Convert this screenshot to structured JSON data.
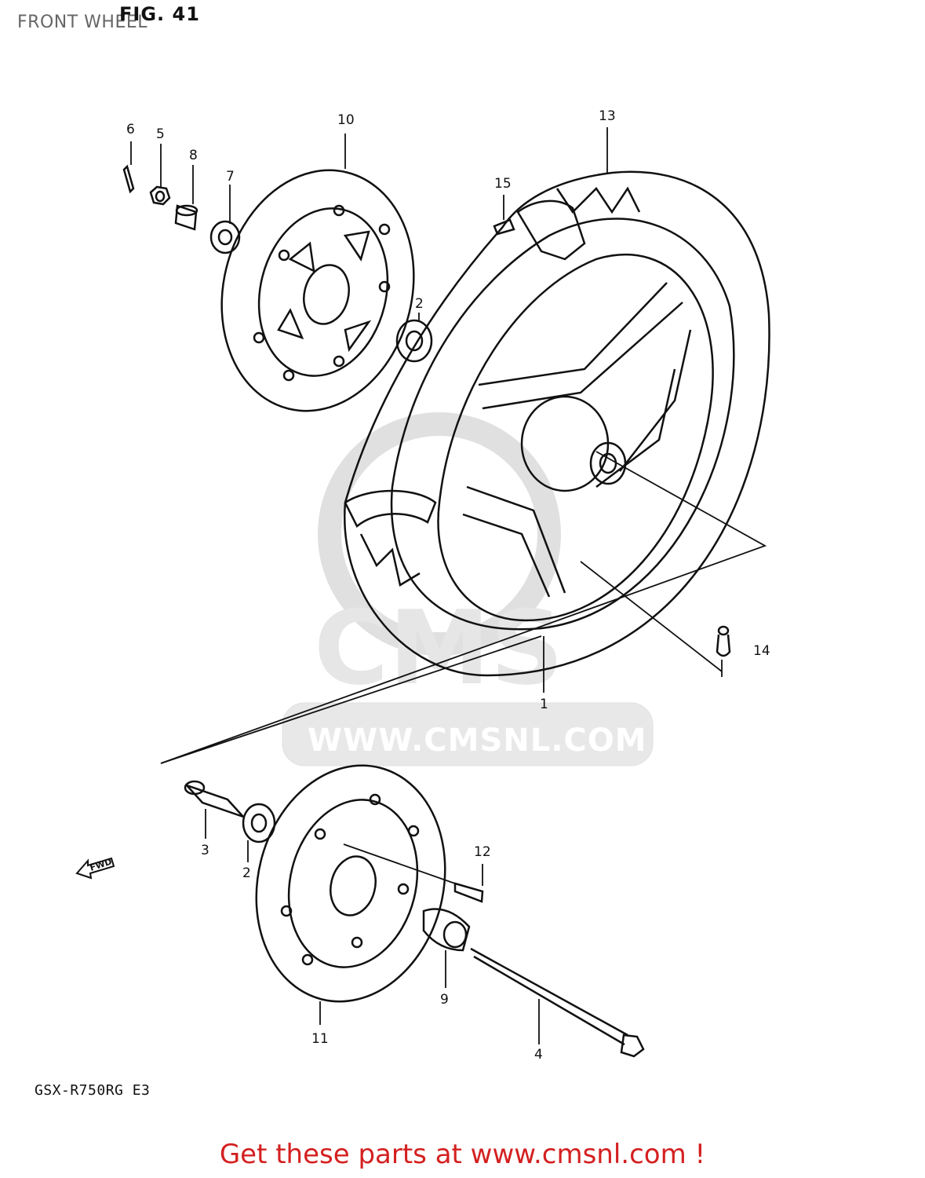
{
  "title": "FRONT WHEEL",
  "figure": "FIG. 41",
  "model": "GSX-R750RG  E3",
  "watermark": "WWW.CMSNL.COM",
  "promo": "Get these parts at www.cmsnl.com !",
  "parts": [
    "1",
    "2",
    "3",
    "4",
    "5",
    "6",
    "7",
    "8",
    "9",
    "10",
    "11",
    "12",
    "13",
    "14",
    "15"
  ],
  "fwd_label": "FWD",
  "colors": {
    "ink": "#111111",
    "promo": "#d42020",
    "watermark": "#e6e6e6"
  }
}
